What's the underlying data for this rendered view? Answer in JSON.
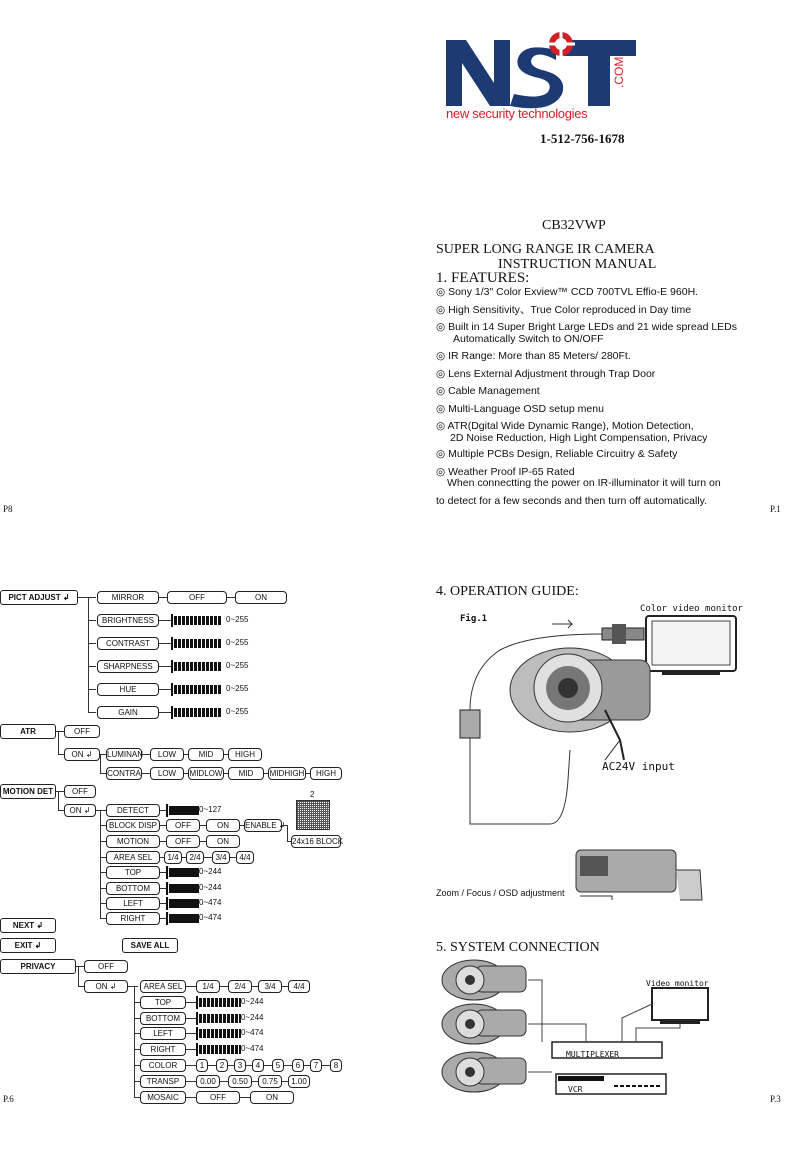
{
  "header": {
    "logo_text": "NST",
    "logo_dotcom": ".COM",
    "logo_tagline": "new security technologies",
    "phone": "1-512-756-1678"
  },
  "title": {
    "model": "CB32VWP",
    "line1": "SUPER LONG RANGE IR CAMERA",
    "line2": "INSTRUCTION MANUAL"
  },
  "features": {
    "heading": "1. FEATURES:",
    "items": [
      "◎ Sony 1/3\" Color Exview™ CCD 700TVL Effio-E 960H.",
      "◎ High Sensitivity、True Color reproduced in Day time",
      "◎ Built in 14 Super Bright Large LEDs and 21 wide spread LEDs",
      "Automatically Switch to ON/OFF",
      "◎ IR Range: More than 85 Meters/ 280Ft.",
      "◎ Lens External Adjustment through Trap Door",
      "◎ Cable Management",
      "◎ Multi-Language OSD setup menu",
      "◎ ATR(Dgital Wide Dynamic Range), Motion Detection,",
      "2D Noise Reduction, High Light Compensation, Privacy",
      "◎ Multiple PCBs Design, Reliable Circuitry & Safety",
      "◎ Weather Proof IP-65 Rated",
      "When connectting the power on IR-illuminator it will turn on",
      "to detect for a few seconds and then turn off automatically."
    ]
  },
  "pages": {
    "p8": "P8",
    "p1": "P.1",
    "p6": "P.6",
    "p3": "P.3"
  },
  "operation": {
    "heading": "4. OPERATION GUIDE:",
    "fig": "Fig.1",
    "monitor": "Color video monitor",
    "ac": "AC24V input",
    "zoom": "Zoom / Focus / OSD adjustment"
  },
  "system": {
    "heading": "5. SYSTEM CONNECTION",
    "video_monitor": "Video monitor",
    "multiplexer": "MULTIPLEXER",
    "vcr": "VCR"
  },
  "osd": {
    "pict_adjust": "PICT ADJUST ↲",
    "mirror": "MIRROR",
    "off": "OFF",
    "on": "ON",
    "brightness": "BRIGHTNESS",
    "contrast": "CONTRAST",
    "sharpness": "SHARPNESS",
    "hue": "HUE",
    "gain": "GAIN",
    "r255": "0~255",
    "atr": "ATR",
    "atr_on": "ON ↲",
    "luminan": "LUMINAN",
    "contra": "CONTRA",
    "low": "LOW",
    "mid": "MID",
    "high": "HIGH",
    "midlow": "MIDLOW",
    "midhigh": "MIDHIGH",
    "motion_det": "MOTION  DET",
    "detect": "DETECT",
    "r127": "0~127",
    "block_disp": "BLOCK DISP",
    "enable": "ENABLE ↲",
    "block_label": "24x16 BLOCK",
    "grid_num": "2",
    "motion": "MOTION",
    "area_sel": "AREA  SEL",
    "q1": "1/4",
    "q2": "2/4",
    "q3": "3/4",
    "q4": "4/4",
    "top": "TOP",
    "bottom": "BOTTOM",
    "left": "LEFT",
    "right": "RIGHT",
    "r244": "0~244",
    "r474": "0~474",
    "next": "NEXT ↲",
    "exit": "EXIT ↲",
    "save_all": "SAVE  ALL",
    "privacy": "PRIVACY",
    "area_sel2": "AREA SEL",
    "color": "COLOR",
    "c1": "1",
    "c2": "2",
    "c3": "3",
    "c4": "4",
    "c5": "5",
    "c6": "6",
    "c7": "7",
    "c8": "8",
    "transp": "TRANSP",
    "t0": "0.00",
    "t1": "0.50",
    "t2": "0.75",
    "t3": "1.00",
    "mosaic": "MOSAIC"
  }
}
